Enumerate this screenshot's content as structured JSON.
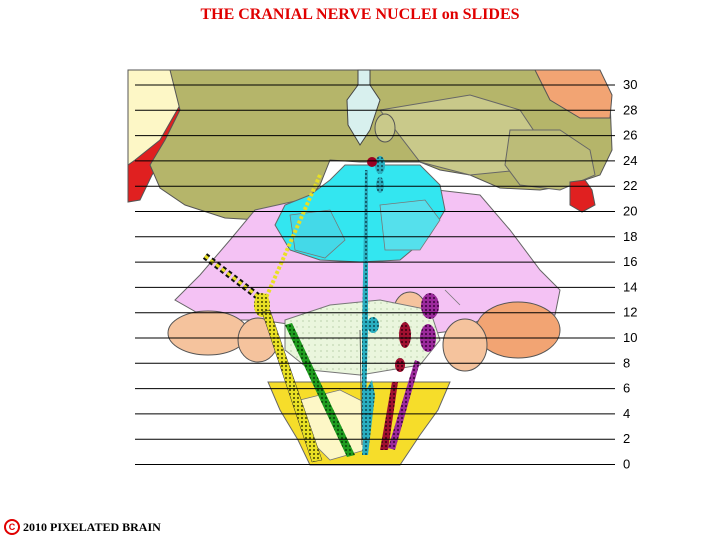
{
  "title": "THE CRANIAL NERVE NUCLEI on SLIDES",
  "footer": {
    "copyright_symbol": "C",
    "text": "2010  PIXELATED BRAIN"
  },
  "levels": [
    "30",
    "28",
    "26",
    "24",
    "22",
    "20",
    "18",
    "16",
    "14",
    "12",
    "10",
    "8",
    "6",
    "4",
    "2",
    "0"
  ],
  "colors": {
    "title": "#e00000",
    "olive": "#b5b56a",
    "olive_dark": "#a6a655",
    "pink": "#f4c2f4",
    "cyan": "#33e6f0",
    "peach": "#f5c39d",
    "orange": "#f2a473",
    "yellow": "#f6dd2a",
    "red": "#e02020",
    "cream": "#fdf7c6",
    "light_green": "#eaf6dd",
    "nucleus_yellow": "#e8e024",
    "nucleus_green": "#1f9c1f",
    "nucleus_cyan": "#2aaec0",
    "nucleus_red": "#990022",
    "nucleus_purple": "#8a1d8a"
  }
}
